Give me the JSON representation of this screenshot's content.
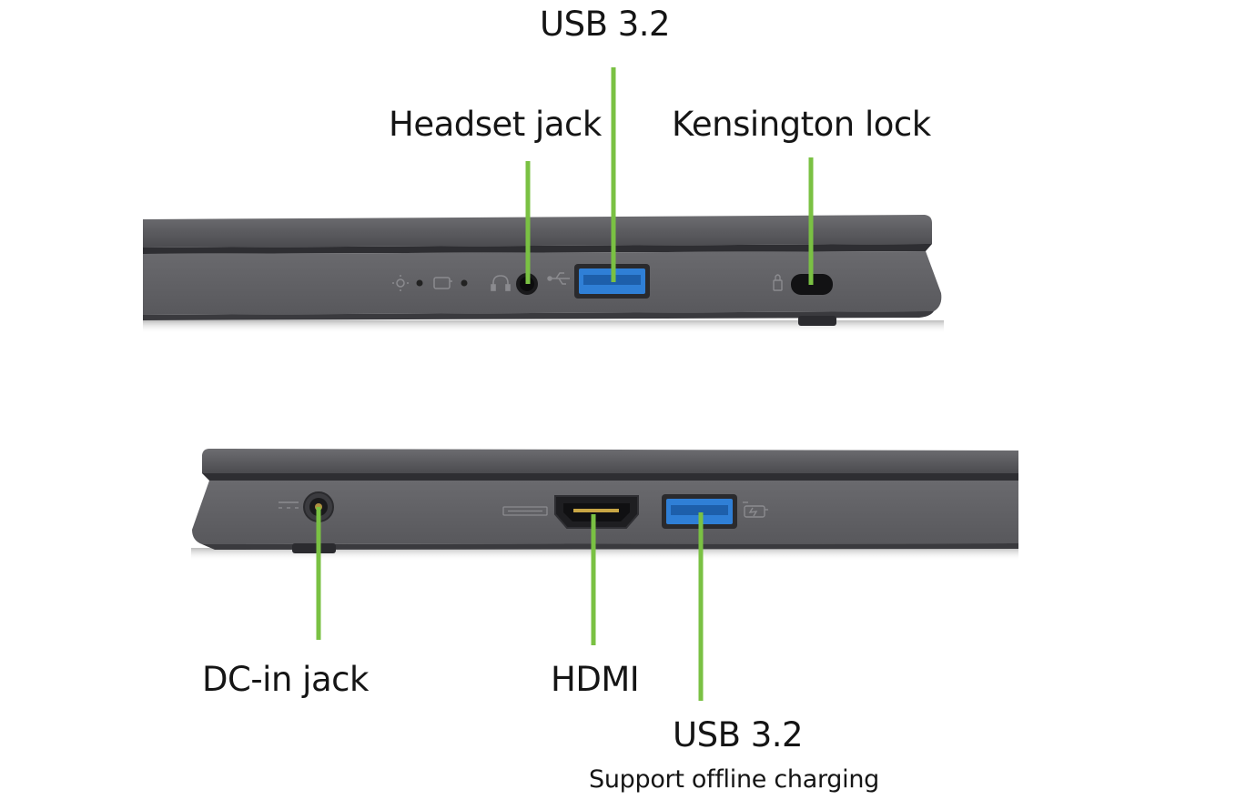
{
  "colors": {
    "leader_line": "#7ac143",
    "laptop_body": "#5f5f63",
    "laptop_edge": "#3c3c40",
    "usb_port_blue": "#2f7fd6"
  },
  "right_side": {
    "usb_label": "USB 3.2",
    "headset_label": "Headset jack",
    "kensington_label": "Kensington lock"
  },
  "left_side": {
    "dc_label": "DC-in jack",
    "hdmi_label": "HDMI",
    "usb_label": "USB 3.2",
    "usb_note": "Support offline charging"
  },
  "icons": [
    "power-indicator-icon",
    "battery-indicator-icon",
    "headset-icon",
    "usb-icon",
    "lock-icon",
    "dc-icon",
    "hdmi-icon",
    "charging-icon"
  ]
}
